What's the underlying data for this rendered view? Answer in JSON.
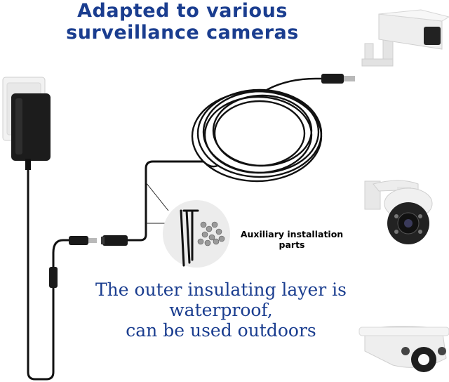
{
  "headline": {
    "line1": "Adapted to various",
    "line2": "surveillance cameras"
  },
  "aux": {
    "line1": "Auxiliary installation",
    "line2": "parts"
  },
  "caption": {
    "line1": "The outer insulating layer is",
    "line2": "waterproof,",
    "line3": "can be used outdoors"
  },
  "colors": {
    "heading_blue": "#1a3d8f",
    "cable_black": "#111111",
    "camera_white": "#eeeeee"
  }
}
